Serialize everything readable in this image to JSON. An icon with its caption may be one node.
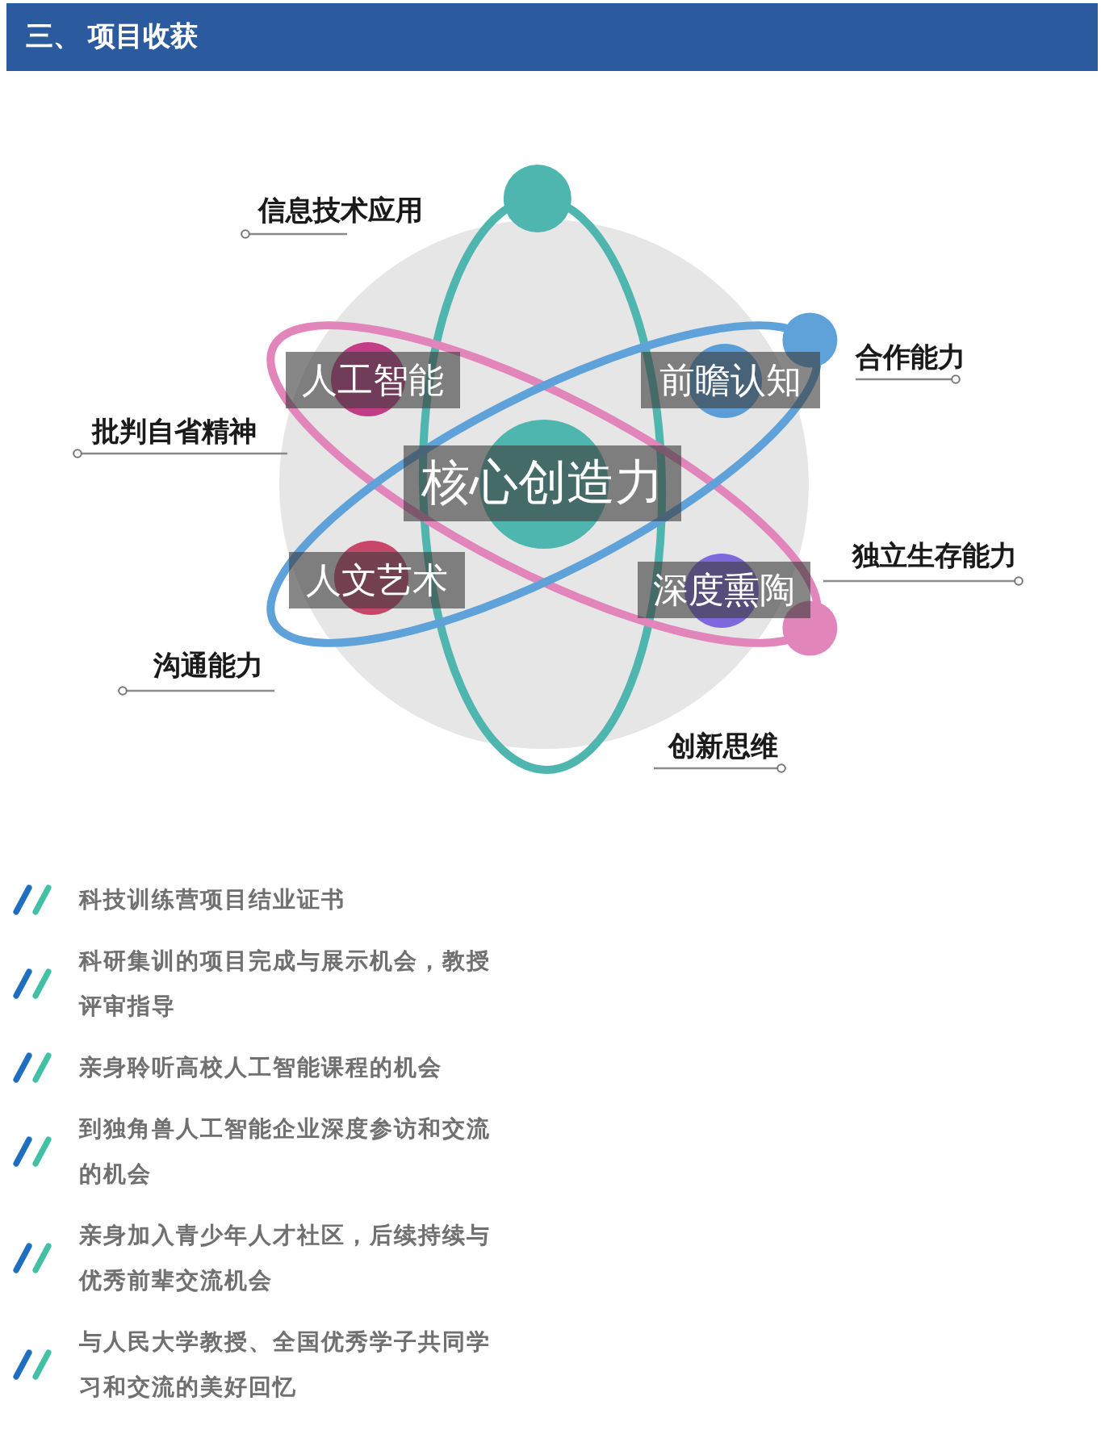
{
  "diagram": {
    "title": "三、 项目收获",
    "nodes": [
      {
        "text": [
          "人工智能"
        ]
      },
      {
        "text": [
          "前瞻认知"
        ]
      },
      {
        "text": [
          "核心创造力"
        ]
      },
      {
        "text": [
          "人文艺术"
        ]
      },
      {
        "text": [
          "深度熏陶"
        ]
      }
    ],
    "labels": [
      "信息技术应用",
      "合作能力",
      "批判自省精神",
      "独立生存能力",
      "沟通能力",
      "创新思维",
      "科技训练营项目结业证书",
      "科研集训的项目完成与展示机会，教授评审指导",
      "亲身聆听高校人工智能课程的机会",
      "到独角兽人工智能企业深度参访和交流的机会",
      "亲身加入青少年人才社区，后续持续与优秀前辈交流机会",
      "与人民大学教授、全国优秀学子共同学习和交流的美好回忆"
    ]
  }
}
